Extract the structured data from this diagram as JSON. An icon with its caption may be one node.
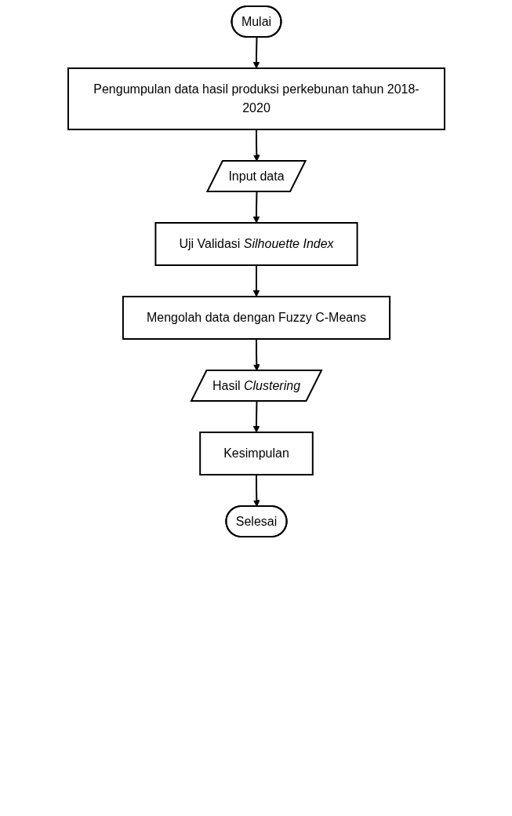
{
  "diagram": {
    "nodes": [
      {
        "text": [
          "Mulai"
        ]
      },
      {
        "text": [
          "Pengumpulan data hasil produksi perkebunan tahun 2018-2020"
        ]
      },
      {
        "text": [
          "Input data"
        ]
      },
      {
        "text": [
          "Uji Validasi *Silhouette Index*"
        ]
      },
      {
        "text": [
          "Mengolah data dengan Fuzzy C-Means"
        ]
      },
      {
        "text": [
          "Hasil *Clustering*"
        ]
      },
      {
        "text": [
          "Kesimpulan"
        ]
      },
      {
        "text": [
          "Selesai"
        ]
      }
    ],
    "edges": [
      {
        "from": 0,
        "to": 1,
        "arrow": "to"
      },
      {
        "from": 1,
        "to": 2,
        "arrow": "to"
      },
      {
        "from": 2,
        "to": 3,
        "arrow": "to"
      },
      {
        "from": 3,
        "to": 4,
        "arrow": "to"
      },
      {
        "from": 4,
        "to": 5,
        "arrow": "to"
      },
      {
        "from": 5,
        "to": 6,
        "arrow": "to"
      },
      {
        "from": 6,
        "to": 7,
        "arrow": "to"
      }
    ]
  }
}
